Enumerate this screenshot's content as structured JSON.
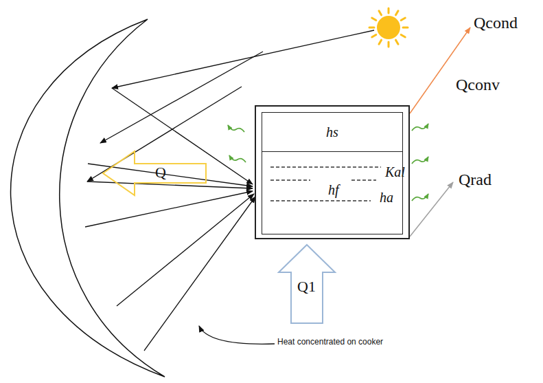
{
  "diagram": {
    "nodes": [
      {
        "text": [
          "Kal"
        ]
      },
      {
        "text": [
          "hs"
        ],
        "in": 0
      },
      {
        "text": [
          "hf"
        ],
        "in": 0
      }
    ],
    "labels": [
      "Q",
      "Q1",
      "Qcond",
      "Qconv",
      "Qrad",
      "ha",
      "Heat concentrated on cooker"
    ]
  }
}
